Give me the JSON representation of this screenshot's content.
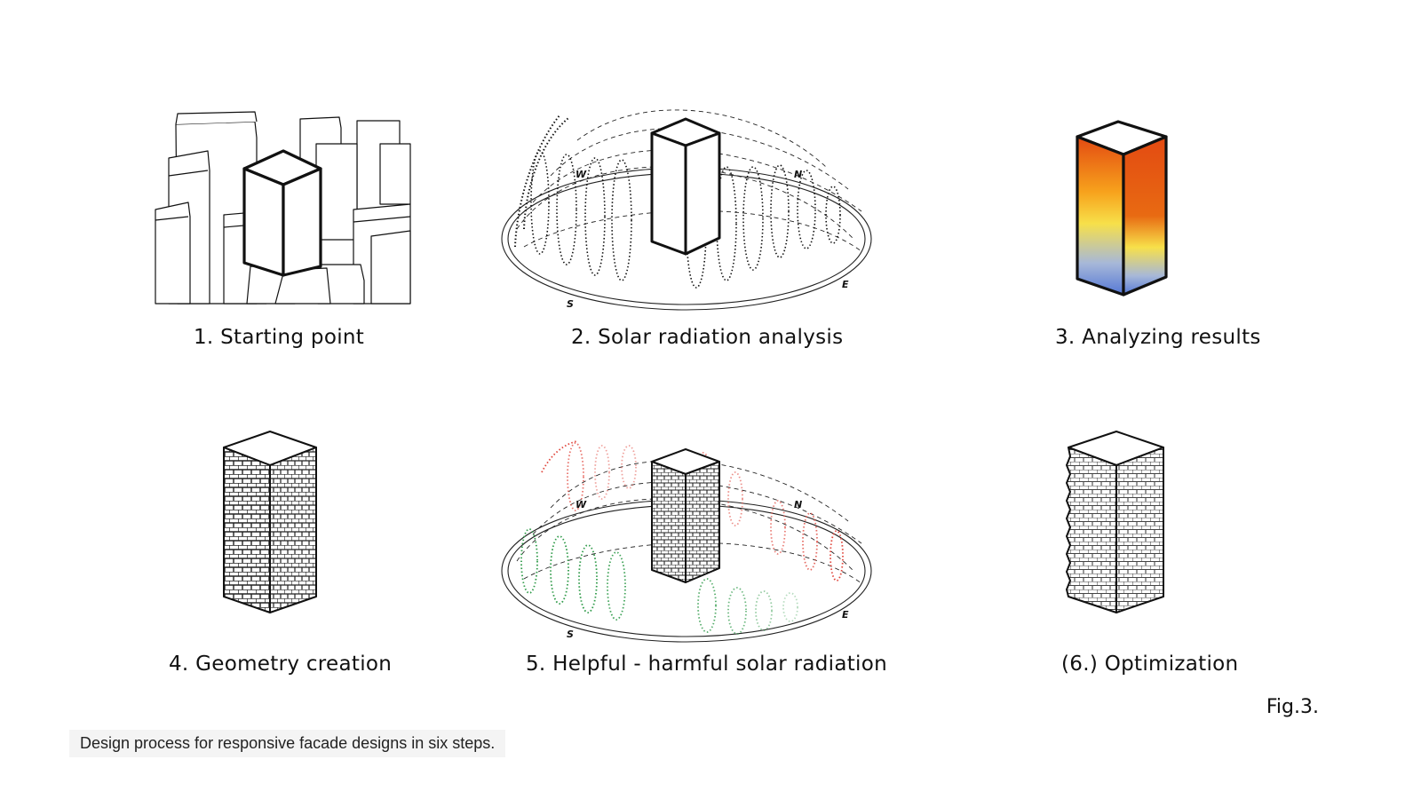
{
  "steps": [
    {
      "label": "1. Starting point"
    },
    {
      "label": "2. Solar radiation analysis"
    },
    {
      "label": "3. Analyzing results"
    },
    {
      "label": "4. Geometry creation"
    },
    {
      "label": "5. Helpful - harmful solar radiation"
    },
    {
      "label": "(6.) Optimization"
    }
  ],
  "compass": {
    "west": "W",
    "north": "N",
    "east": "E",
    "south": "S"
  },
  "figure": {
    "label": "Fig.3."
  },
  "caption": {
    "text": "Design process for responsive facade designs in six steps."
  },
  "colors": {
    "harmful": "#e0463c",
    "helpful": "#2e9a48",
    "radiation_high": "#e34a12",
    "radiation_mid": "#f7e04a",
    "radiation_low": "#5578d6"
  }
}
